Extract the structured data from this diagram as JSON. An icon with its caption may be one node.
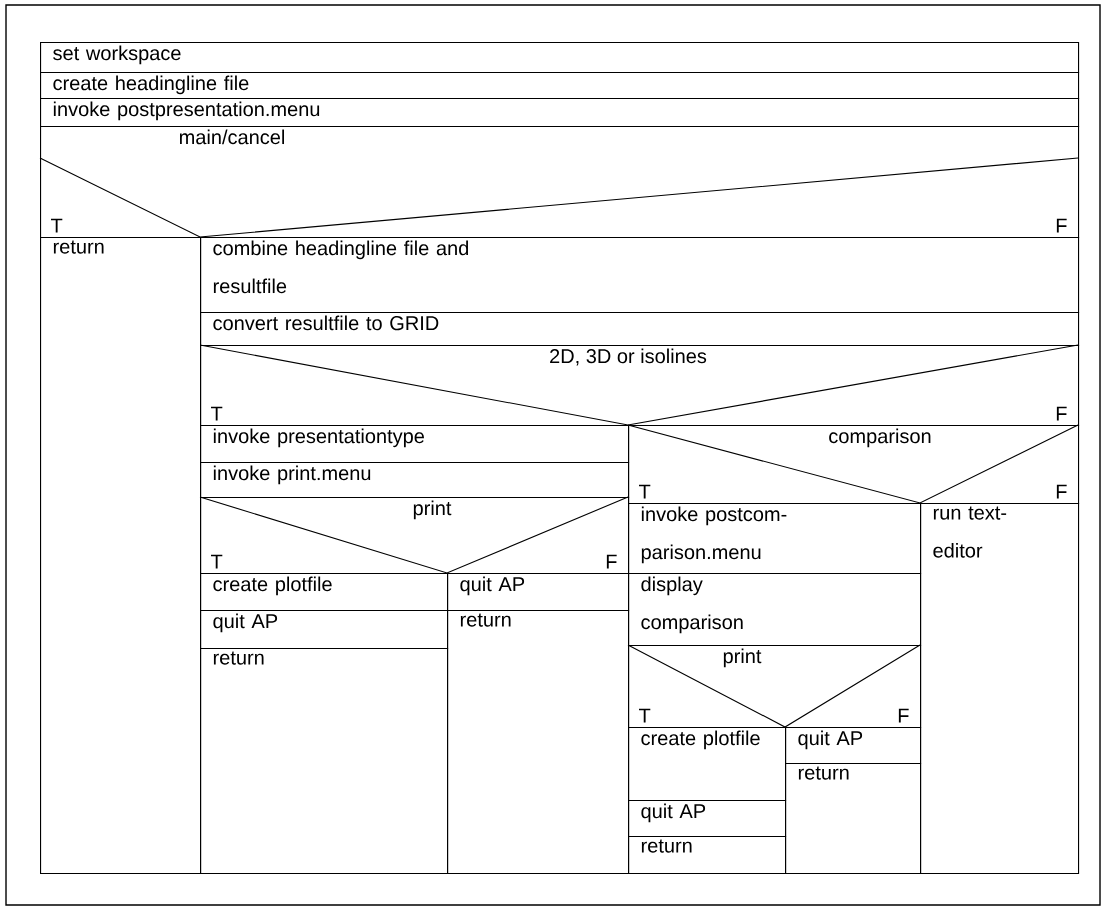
{
  "diagram": {
    "nodes": [
      {
        "text": [
          "set workspace"
        ]
      },
      {
        "text": [
          "create headingline file"
        ]
      },
      {
        "text": [
          "invoke postpresentation.menu"
        ]
      },
      {
        "text": [
          "main/cancel",
          "T",
          "F"
        ]
      },
      {
        "text": [
          "return"
        ]
      },
      {
        "text": [
          "combine headingline file and resultfile"
        ]
      },
      {
        "text": [
          "convert resultfile to GRID"
        ]
      },
      {
        "text": [
          "2D, 3D or isolines",
          "T",
          "F"
        ]
      },
      {
        "text": [
          "invoke presentationtype"
        ]
      },
      {
        "text": [
          "invoke print.menu"
        ]
      },
      {
        "text": [
          "print",
          "T",
          "F"
        ]
      },
      {
        "text": [
          "create plotfile"
        ]
      },
      {
        "text": [
          "quit AP"
        ]
      },
      {
        "text": [
          "return"
        ]
      },
      {
        "text": [
          "quit AP"
        ]
      },
      {
        "text": [
          "return"
        ]
      },
      {
        "text": [
          "comparison",
          "T",
          "F"
        ]
      },
      {
        "text": [
          "invoke postcom- parison.menu"
        ]
      },
      {
        "text": [
          "display comparison"
        ]
      },
      {
        "text": [
          "print",
          "T",
          "F"
        ]
      },
      {
        "text": [
          "create plotfile"
        ]
      },
      {
        "text": [
          "quit AP"
        ]
      },
      {
        "text": [
          "return"
        ]
      },
      {
        "text": [
          "quit AP"
        ]
      },
      {
        "text": [
          "return"
        ]
      },
      {
        "text": [
          "run text- editor"
        ]
      }
    ]
  }
}
